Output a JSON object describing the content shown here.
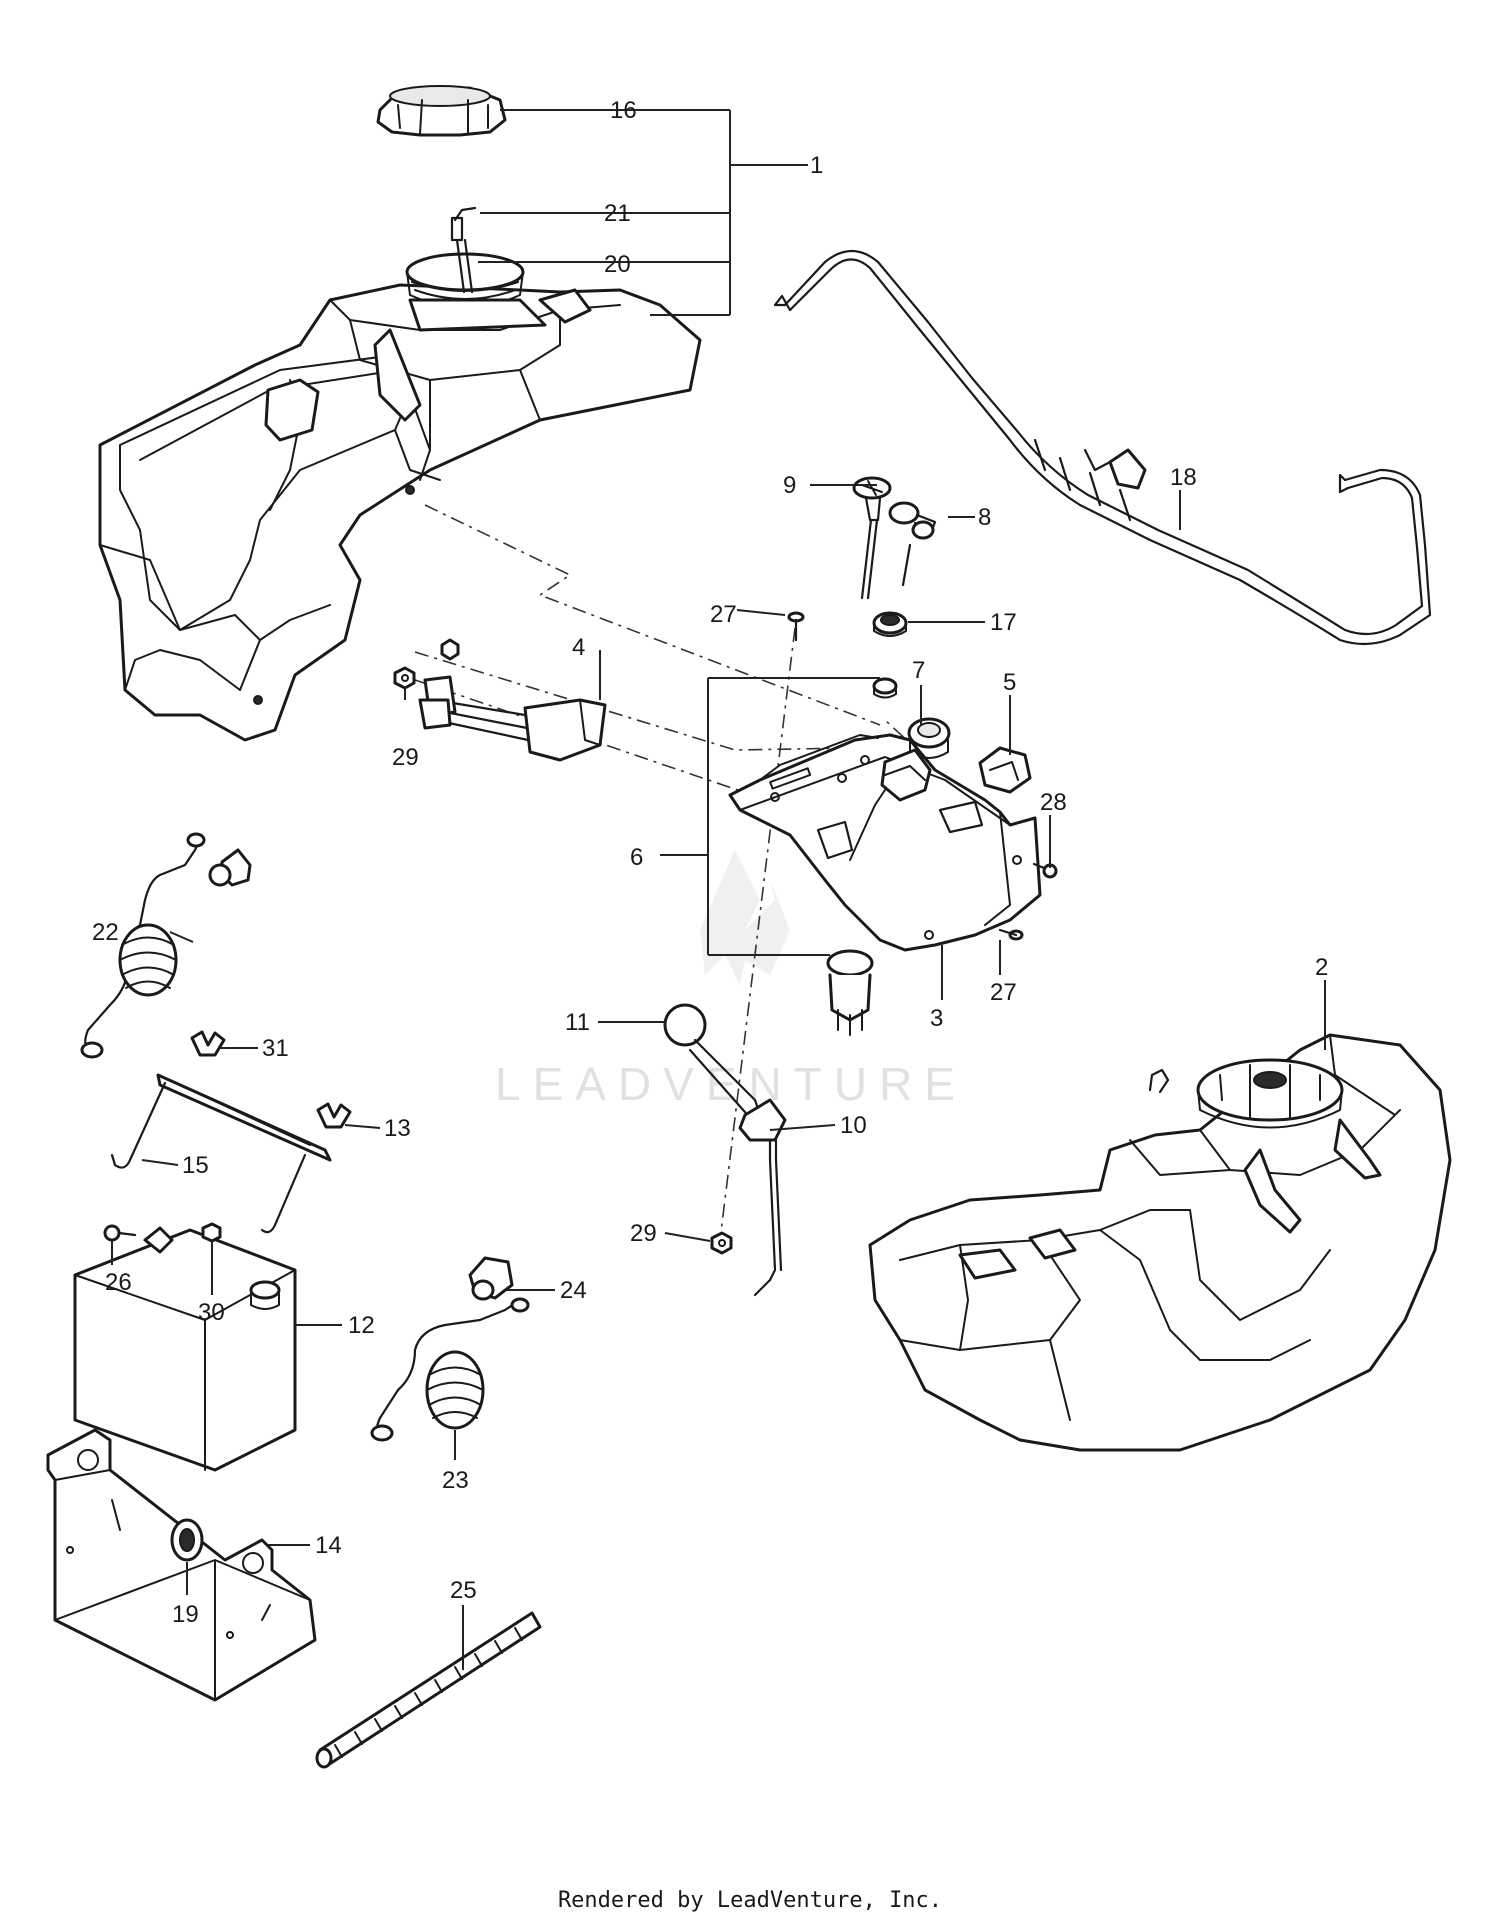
{
  "callouts": {
    "c1": "1",
    "c2": "2",
    "c3": "3",
    "c4": "4",
    "c5": "5",
    "c6": "6",
    "c7": "7",
    "c8": "8",
    "c9": "9",
    "c10": "10",
    "c11": "11",
    "c12": "12",
    "c13": "13",
    "c14": "14",
    "c15": "15",
    "c16": "16",
    "c17": "17",
    "c18": "18",
    "c19": "19",
    "c20": "20",
    "c21": "21",
    "c22": "22",
    "c23": "23",
    "c24": "24",
    "c25": "25",
    "c26": "26",
    "c27a": "27",
    "c27b": "27",
    "c28": "28",
    "c29a": "29",
    "c29b": "29",
    "c30": "30",
    "c31": "31"
  },
  "watermark": "LEADVENTURE",
  "footer": "Rendered by LeadVenture, Inc."
}
